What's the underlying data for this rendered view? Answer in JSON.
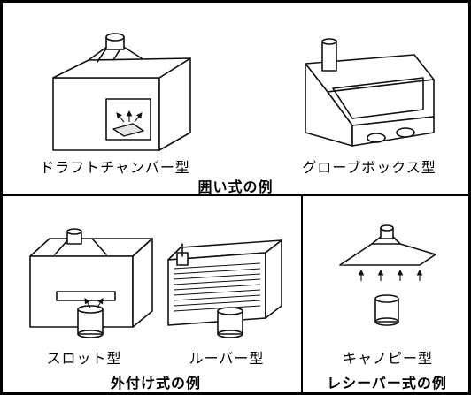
{
  "sections": {
    "enclosed": {
      "caption": "囲い式の例",
      "items": [
        {
          "label": "ドラフトチャンバー型",
          "icon": "draft-chamber-hood-icon"
        },
        {
          "label": "グローブボックス型",
          "icon": "glove-box-hood-icon"
        }
      ]
    },
    "external": {
      "caption": "外付け式の例",
      "items": [
        {
          "label": "スロット型",
          "icon": "slot-hood-icon"
        },
        {
          "label": "ルーバー型",
          "icon": "louver-hood-icon"
        }
      ]
    },
    "receiving": {
      "caption": "レシーバー式の例",
      "items": [
        {
          "label": "キャノピー型",
          "icon": "canopy-hood-icon"
        }
      ]
    }
  }
}
